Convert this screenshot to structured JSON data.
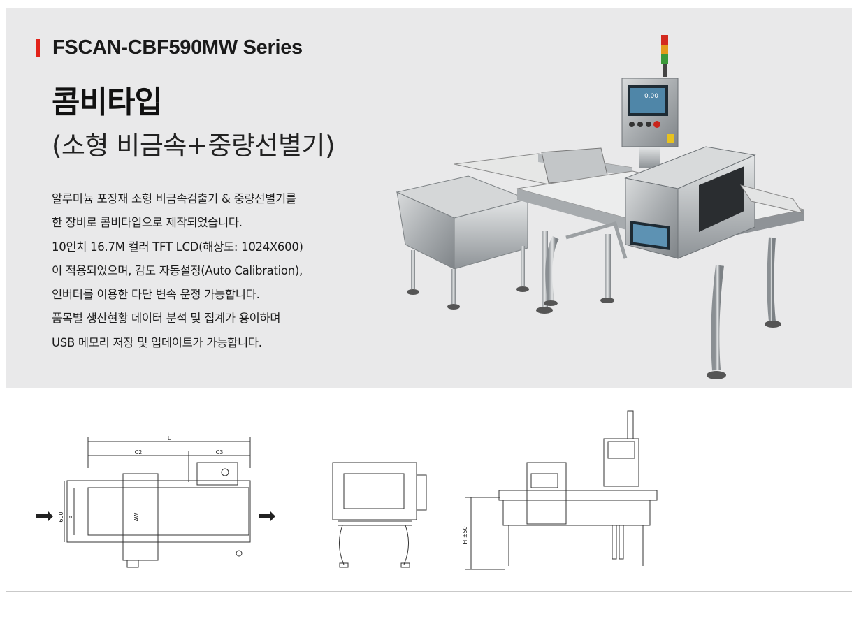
{
  "header": {
    "series": "FSCAN-CBF590MW Series",
    "title": "콤비타입",
    "subtitle": "(소형 비금속+중량선별기)"
  },
  "description": [
    "알루미늄 포장재 소형 비금속검출기 & 중량선별기를",
    "한 장비로 콤비타입으로 제작되었습니다.",
    "10인치 16.7M 컬러 TFT LCD(해상도: 1024X600)",
    "이 적용되었으며, 감도 자동설정(Auto Calibration),",
    "인버터를 이용한 다단 변속 운정 가능합니다.",
    "품목별 생산현황 데이터 분석 및 집계가 용이하며",
    "USB 메모리 저장 및 업데이트가 가능합니다."
  ],
  "photo": {
    "screen_value": "0.00"
  },
  "drawing_labels": {
    "length": "L",
    "c2": "C2",
    "c3": "C3",
    "width600": "600",
    "b": "B",
    "aw": "AW",
    "height": "H ±50"
  },
  "colors": {
    "accent": "#e2231a",
    "hero_bg": "#e9e9ea"
  }
}
